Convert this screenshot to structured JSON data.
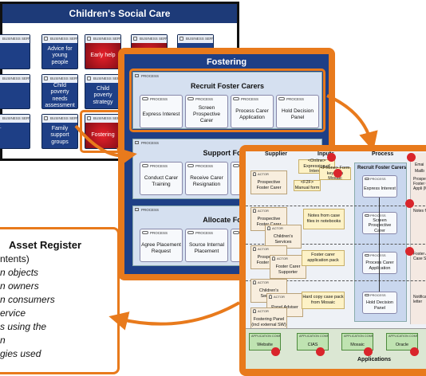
{
  "panel1": {
    "title": "Children's Social Care",
    "tag": "BUSINESS SERVICE",
    "rows": [
      [
        "",
        "Advice for young people",
        "Early help",
        "Child in"
      ],
      [
        "",
        "Child poverty needs assessment",
        "Child poverty strategy",
        "Child protec"
      ],
      [
        "",
        "Family support groups",
        "Fostering",
        "Shared c childr young"
      ]
    ],
    "row3_first_partial": "or."
  },
  "panel2": {
    "title": "Fostering",
    "process_tag": "PROCESS",
    "sections": [
      {
        "title": "Recruit Foster Carers",
        "items": [
          "Express Interest",
          "Screen Prospective Carer",
          "Process Carer Application",
          "Hold Decision Panel"
        ]
      },
      {
        "title": "Support Foste",
        "items": [
          "Conduct Carer Training",
          "Receive Carer Resignation",
          ""
        ]
      },
      {
        "title": "Allocate Foste",
        "items": [
          "Agree Placement Request",
          "Source Internal Placement",
          "Sc"
        ]
      }
    ]
  },
  "panel3": {
    "columns": [
      "Supplier",
      "Inputs",
      "Process"
    ],
    "lane_title": "Recruit Foster Carers",
    "actor_tag": "ACTOR",
    "process_tag": "PROCESS",
    "app_tag": "APPLICATION COMP",
    "actors": [
      "Prospective Foster Carer",
      "Prospective Foster Carer",
      "Children's Services",
      "Prospective Foster Carer",
      "Foster Carer Supporter",
      "Children's Services",
      "Panel Adviser",
      "Fostering Panel (incl external SW)"
    ],
    "notes": [
      "<Online> Expression of Interest",
      "<Phone> Form keyed in Mosaic",
      "<F2F> Manual form",
      "Notes from case files in notebooks",
      "Foster carer application pack",
      "Hard copy case pack from Mosaic"
    ],
    "processes": [
      "Express Interest",
      "Screen Prospective Carer",
      "Process Carer Application",
      "Hold Decision Panel"
    ],
    "right_fragments": [
      "Emai",
      "Mailb",
      "Prospe Foster C Appli (Mosaic",
      "Notes fro",
      "Foster App Case Summ",
      "Notificati letter"
    ],
    "applications": [
      "Website",
      "CIAS",
      "Mosaic",
      "Oracle"
    ],
    "footer": "Applications"
  },
  "register": {
    "title": "Asset Register",
    "lines": [
      "ntents)",
      "n objects",
      "n owners",
      "n consumers",
      "ervice",
      "s using the",
      "n",
      "gies used"
    ]
  },
  "colors": {
    "orange": "#e87a1c",
    "navy": "#1e3f86",
    "red": "#d9252b",
    "green": "#bfe3b1"
  }
}
